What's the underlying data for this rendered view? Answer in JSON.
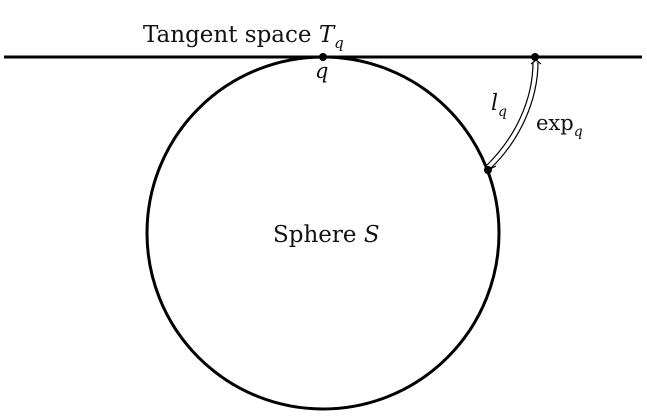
{
  "labels": {
    "tangent_space_text": "Tangent space ",
    "tangent_space_symbol": "T",
    "tangent_space_subscript": "q",
    "point_q": "q",
    "sphere_text": "Sphere ",
    "sphere_symbol": "S",
    "log_symbol": "l",
    "log_subscript": "q",
    "exp_text": "exp",
    "exp_subscript": "q"
  },
  "colors": {
    "stroke": "#000000",
    "background": "#ffffff"
  }
}
